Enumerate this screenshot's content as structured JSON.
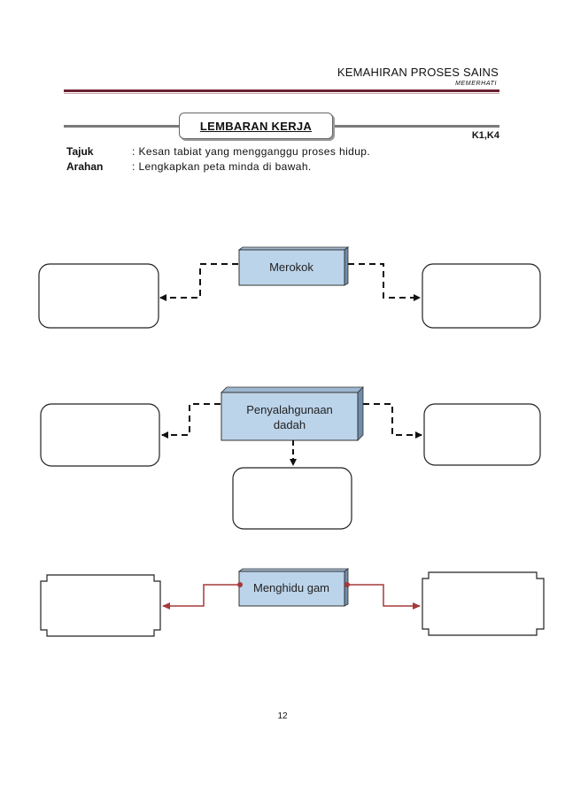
{
  "header": {
    "title": "KEMAHIRAN PROSES SAINS",
    "subtitle": "MEMERHATI"
  },
  "worksheet": {
    "label": "LEMBARAN KERJA",
    "code": "K1,K4"
  },
  "info": {
    "tajuk_label": "Tajuk",
    "tajuk_value": ": Kesan tabiat yang mengganggu proses hidup.",
    "arahan_label": "Arahan",
    "arahan_value": ": Lengkapkan peta minda di bawah."
  },
  "diagram": {
    "node1": "Merokok",
    "node2_line1": "Penyalahgunaan",
    "node2_line2": "dadah",
    "node3": "Menghidu gam"
  },
  "footer": {
    "page_number": "12"
  },
  "colors": {
    "node_fill": "#bcd4ea",
    "node_side": "#6f8cab",
    "accent_red": "#a53a3a",
    "header_rule": "#6b2230"
  }
}
